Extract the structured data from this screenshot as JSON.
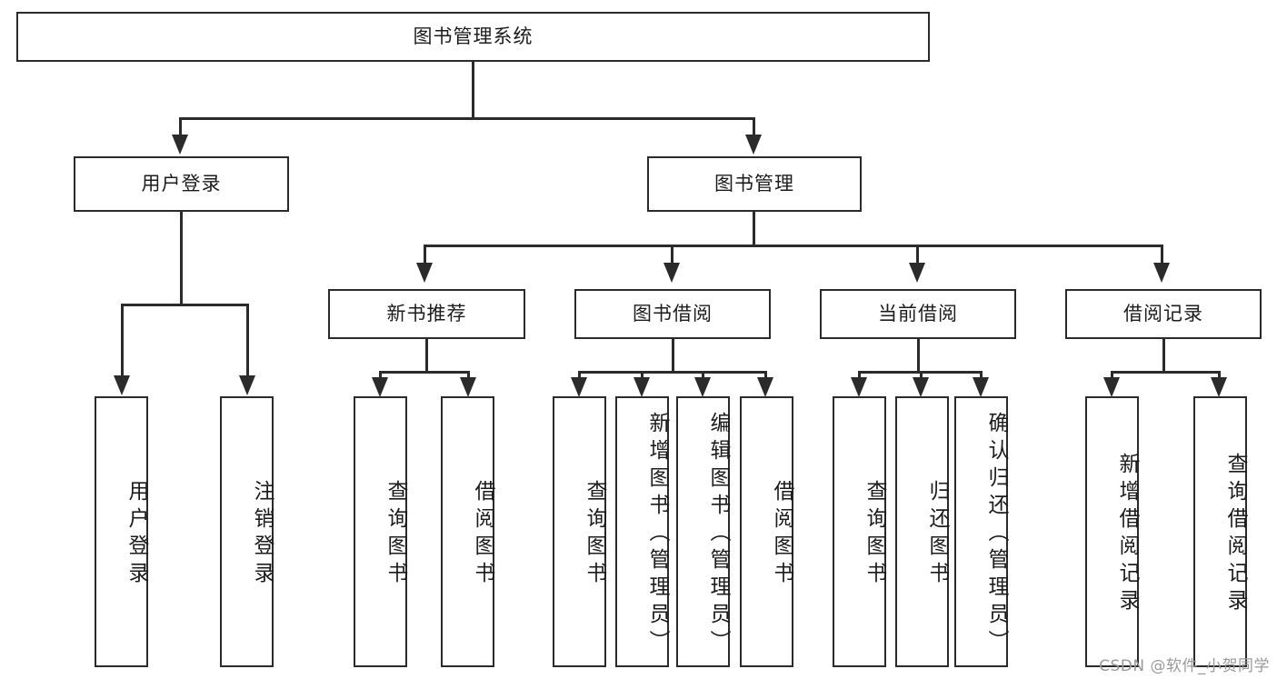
{
  "diagram": {
    "kind": "hierarchy-tree",
    "title": "图书管理系统",
    "root": {
      "label": "图书管理系统"
    },
    "level1": [
      {
        "label": "用户登录"
      },
      {
        "label": "图书管理"
      }
    ],
    "level2": [
      {
        "label": "新书推荐"
      },
      {
        "label": "图书借阅"
      },
      {
        "label": "当前借阅"
      },
      {
        "label": "借阅记录"
      }
    ],
    "leaves": {
      "user_login": [
        {
          "label": "用户登录"
        },
        {
          "label": "注销登录"
        }
      ],
      "new_book_recommend": [
        {
          "label": "查询图书"
        },
        {
          "label": "借阅图书"
        }
      ],
      "book_borrow": [
        {
          "label": "查询图书"
        },
        {
          "label": "新增图书（管理员）"
        },
        {
          "label": "编辑图书（管理员）"
        },
        {
          "label": "借阅图书"
        }
      ],
      "current_borrow": [
        {
          "label": "查询图书"
        },
        {
          "label": "归还图书"
        },
        {
          "label": "确认归还（管理员）"
        }
      ],
      "borrow_record": [
        {
          "label": "新增借阅记录"
        },
        {
          "label": "查询借阅记录"
        }
      ]
    }
  },
  "watermark": {
    "text": "CSDN @软件_小贺同学"
  },
  "colors": {
    "stroke": "#2b2b2b",
    "background": "#ffffff",
    "text": "#1c1c1c",
    "watermark": "#9a9a9a"
  }
}
